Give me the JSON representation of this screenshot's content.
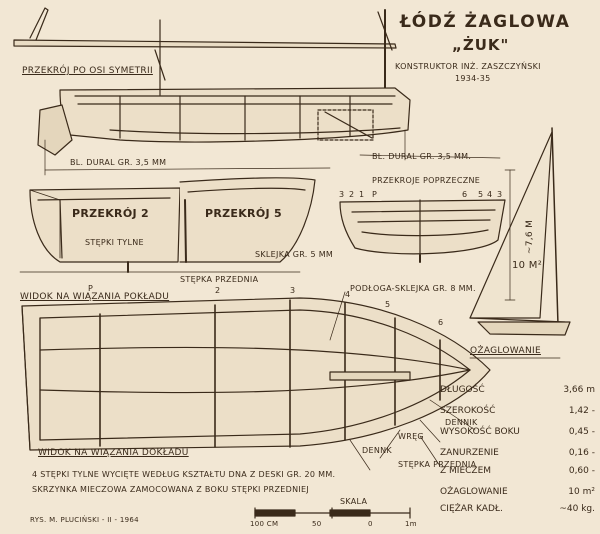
{
  "title": "ŁÓDŹ ŻAGLOWA",
  "name": "„ŻUK\"",
  "constructor": "KONSTRUKTOR INŻ. ZASZCZYŃSKI",
  "years": "1934-35",
  "labels": {
    "symmetry_section": "PRZEKRÓJ PO OSI SYMETRII",
    "dural_a": "BL. DURAL GR. 3,5 mm",
    "dural_b": "BL. DURAL GR. 3,5 mm.",
    "section_2": "PRZEKRÓJ 2",
    "section_5": "PRZEKRÓJ 5",
    "cross_sections": "PRZEKROJE POPRZECZNE",
    "rear_frames": "STĘPKI TYLNE",
    "plywood": "SKLEJKA GR. 5 mm",
    "front_frame": "STĘPKA PRZEDNIA",
    "plan_top": "WIDOK NA WIĄZANIA POKŁADU",
    "plan_bottom": "WIDOK NA WIĄZANIA DOKŁADU",
    "floor_ply": "PODŁOGA-SKLEJKA GR. 8 mm.",
    "dennik_a": "DENNIK",
    "dennik_b": "DENNK",
    "wreg": "WRĘG",
    "front_frame_b": "STĘPKA PRZEDNIA",
    "sailplan_title": "OŻAGLOWANIE",
    "mast_height": "~7,6 m",
    "sail_area": "10 m²",
    "note_1": "4 STĘPKI TYLNE WYCIĘTE WEDŁUG KSZTAŁTU DNA Z DESKI GR. 20 mm.",
    "note_2": "SKRZYNKA MIECZOWA ZAMOCOWANA Z BOKU STĘPKI PRZEDNIEJ",
    "scale_title": "SKALA",
    "scale_ticks": [
      "100 cm",
      "50",
      "0",
      "1m"
    ],
    "drawn_by": "RYS. M. PLUCIŃSKI - II - 1964"
  },
  "station_numbers": {
    "plan": [
      "P",
      "2",
      "3",
      "4",
      "5",
      "6"
    ],
    "cross": [
      "3",
      "2",
      "1",
      "P",
      "6",
      "5",
      "4",
      "3"
    ]
  },
  "specs": [
    {
      "label": "DŁUGOŚĆ",
      "value": "3,66 m"
    },
    {
      "label": "SZEROKOŚĆ",
      "value": "1,42 -"
    },
    {
      "label": "WYSOKOŚĆ BOKU",
      "value": "0,45 -"
    },
    {
      "label": "ZANURZENIE",
      "value": "0,16 -"
    },
    {
      "label": "Z MIECZEM",
      "value": "0,60 -"
    },
    {
      "label": "OŻAGLOWANIE",
      "value": "10 m²"
    },
    {
      "label": "CIĘŻAR KADŁ.",
      "value": "~40 kg."
    }
  ],
  "colors": {
    "paper": "#f2e7d4",
    "ink": "#3a2a1a"
  }
}
